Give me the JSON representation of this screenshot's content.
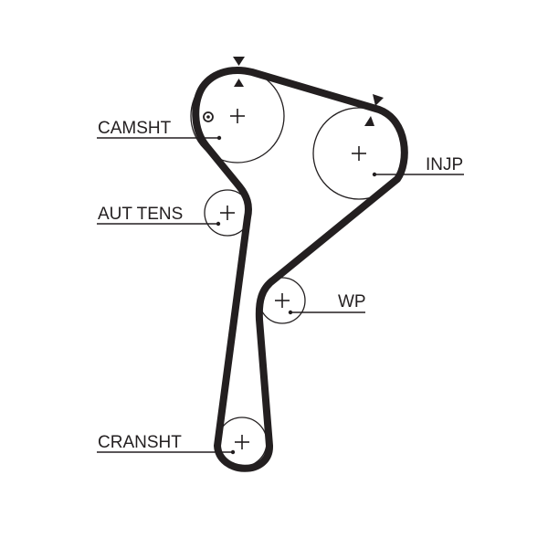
{
  "labels": {
    "camshaft": "CAMSHT",
    "auto_tensioner": "AUT TENS",
    "injection_pump": "INJP",
    "water_pump": "WP",
    "crankshaft": "CRANSHT"
  },
  "colors": {
    "line": "#231f20",
    "background": "#ffffff"
  }
}
